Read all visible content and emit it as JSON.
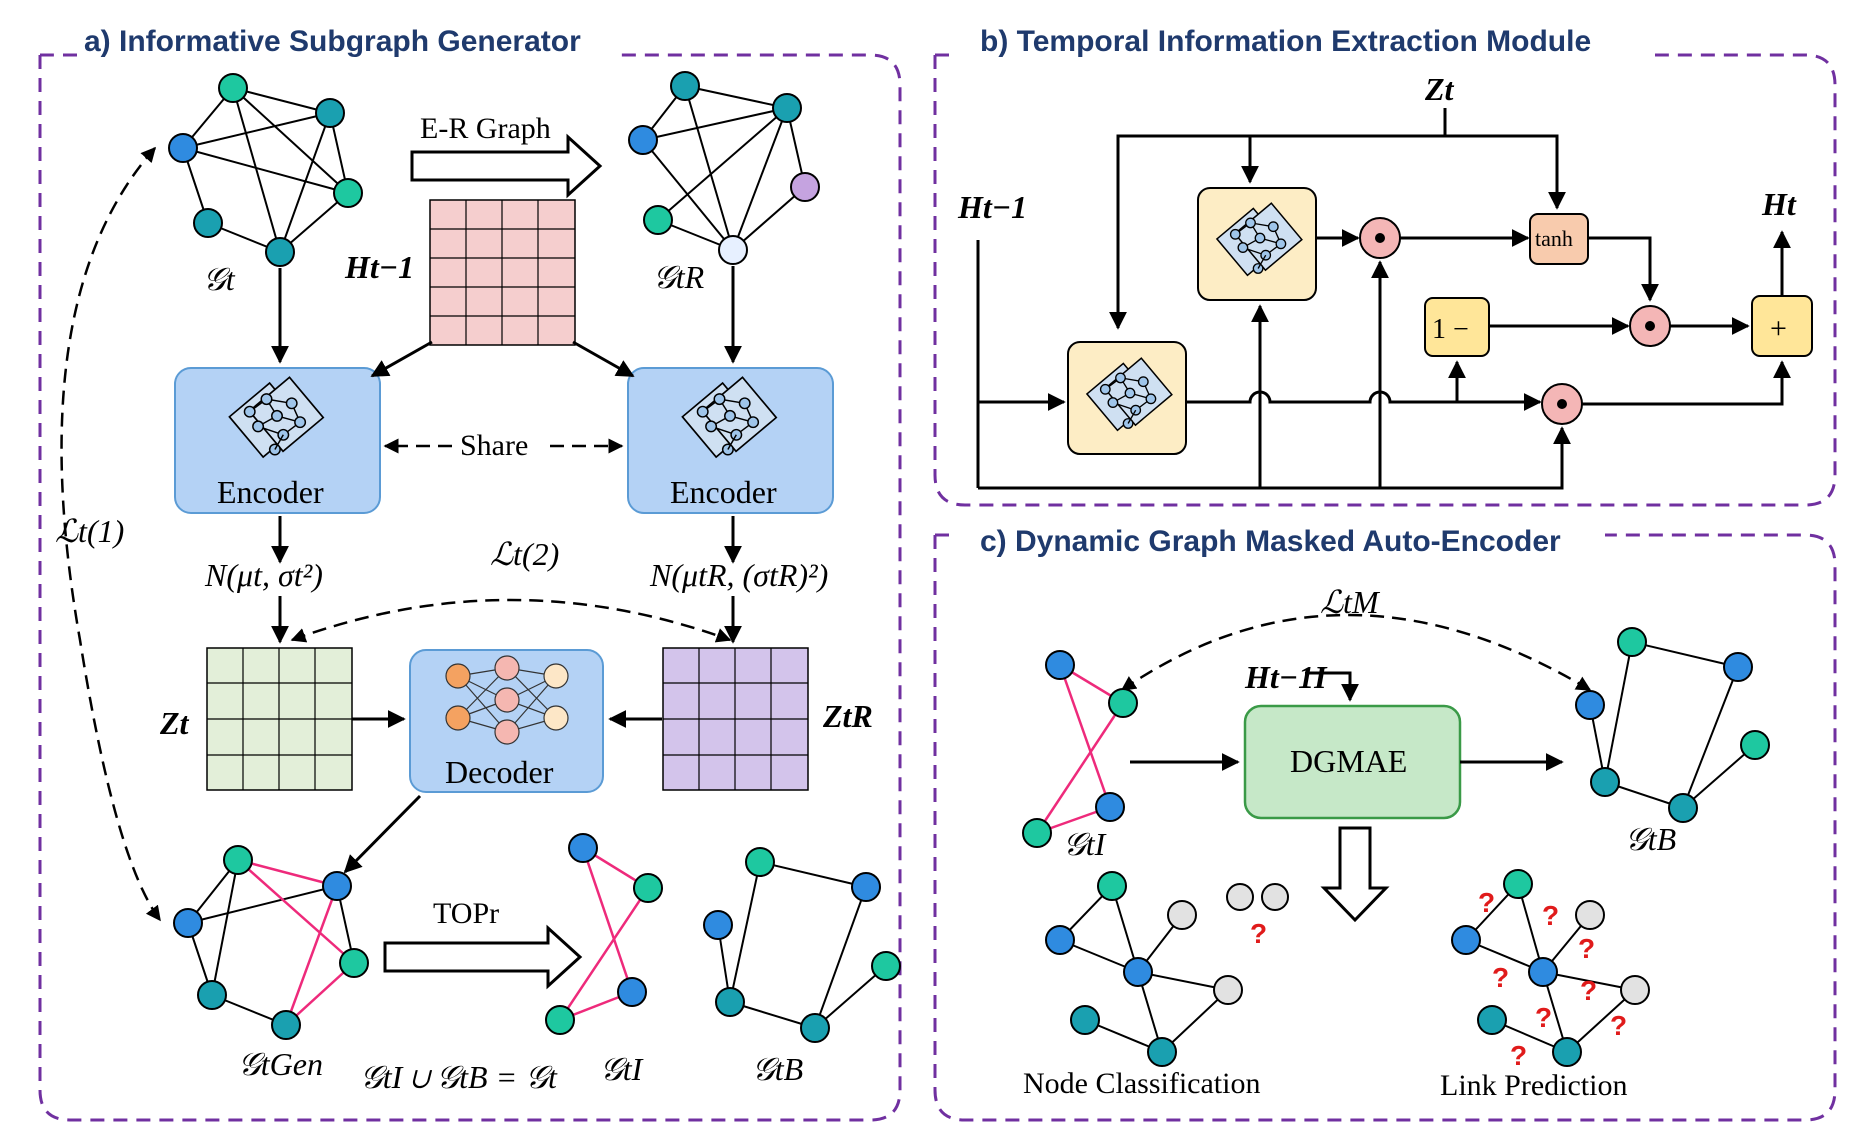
{
  "sections": {
    "a_title": "a) Informative Subgraph Generator",
    "b_title": "b) Temporal Information Extraction Module",
    "c_title": "c) Dynamic Graph Masked Auto-Encoder"
  },
  "panel_a": {
    "er_graph": "E-R Graph",
    "share": "Share",
    "encoder_left": "Encoder",
    "encoder_right": "Encoder",
    "decoder": "Decoder",
    "g_t": "𝒢t",
    "g_t_r": "𝒢tR",
    "h_prev": "Ht−1",
    "loss1": "ℒt(1)",
    "loss2": "ℒt(2)",
    "dist_left": "N(μt, σt²)",
    "dist_right": "N(μtR, (σtR)²)",
    "z_t": "Zt",
    "z_t_r": "ZtR",
    "g_gen": "𝒢tGen",
    "top_r": "TOPr",
    "union_eq": "𝒢tI ∪ 𝒢tB = 𝒢t",
    "g_i": "𝒢tI",
    "g_b": "𝒢tB"
  },
  "panel_b": {
    "z_t": "Zt",
    "h_prev": "Ht−1",
    "h_t": "Ht",
    "tanh": "tanh",
    "one_minus": "1 −",
    "plus": "+"
  },
  "panel_c": {
    "loss_m": "ℒtM",
    "h_prev_i": "Ht−1I",
    "dgmae": "DGMAE",
    "g_i": "𝒢tI",
    "g_b": "𝒢tB",
    "node_classification": "Node Classification",
    "link_prediction": "Link Prediction",
    "question_mark": "?"
  },
  "colors": {
    "frame": "#7030a0",
    "title": "#1f3a6d",
    "encoder_fill": "#b4d2f5",
    "green_matrix": "#e3efd9",
    "pink_matrix": "#f5cece",
    "purple_matrix": "#d3c4eb",
    "yellow_box": "#ffe699",
    "tanh_box": "#f8cbad",
    "gate_circle": "#f4b6b6",
    "dgmae_fill": "#c6e8c8",
    "node_green": "#1ec8a0",
    "node_teal": "#1aa0b0",
    "node_blue": "#2f8be0",
    "node_purple": "#c5a3e0",
    "node_grey": "#e2e2e2",
    "pink_edge": "#ee2a7b",
    "question": "#e01b1b"
  }
}
